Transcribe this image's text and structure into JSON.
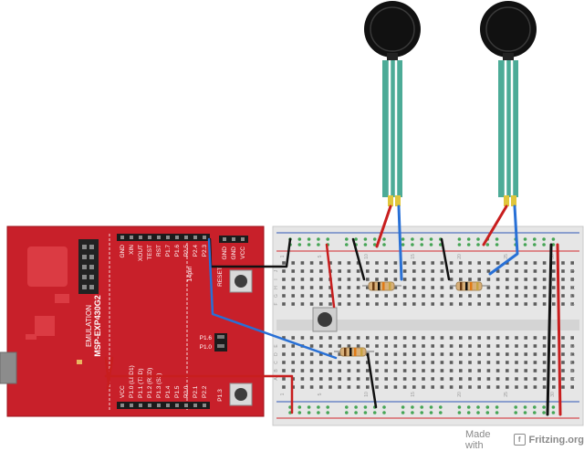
{
  "board": {
    "model": "MSP-EXP430G2",
    "section": "EMULATION",
    "socket": "14pin",
    "top_pins": [
      "GND",
      "XIN",
      "XOUT",
      "TEST",
      "RST",
      "P1.7",
      "P1.6",
      "P2.5",
      "P2.4",
      "P2.3"
    ],
    "bottom_pins": [
      "VCC",
      "P1.0 (LED1)",
      "P1.1 (TXD)",
      "P1.2 (RXD)",
      "P1.3 (S2)",
      "P1.4",
      "P1.5",
      "P2.0",
      "P2.1",
      "P2.2"
    ],
    "right_header": [
      "GND",
      "GND",
      "VCC"
    ],
    "reset_label": "RESET",
    "led_labels": [
      "P1.6",
      "P1.0"
    ],
    "button_label": "P1.3"
  },
  "breadboard": {
    "col_numbers": [
      "1",
      "5",
      "10",
      "15",
      "20",
      "25",
      "30"
    ],
    "row_letters_top": [
      "J",
      "I",
      "H",
      "G",
      "F"
    ],
    "row_letters_bottom": [
      "E",
      "D",
      "C",
      "B",
      "A"
    ]
  },
  "watermark": {
    "prefix": "Made with",
    "brand": "Fritzing.org"
  },
  "colors": {
    "board_red": "#c8202a",
    "board_dark": "#a3141c",
    "breadboard": "#e6e6e6",
    "rail_red": "#d2282d",
    "rail_blue": "#2f55b6",
    "wire_red": "#c81e1e",
    "wire_blue": "#2870d6",
    "wire_black": "#111111",
    "sensor_teal": "#4cab97"
  }
}
